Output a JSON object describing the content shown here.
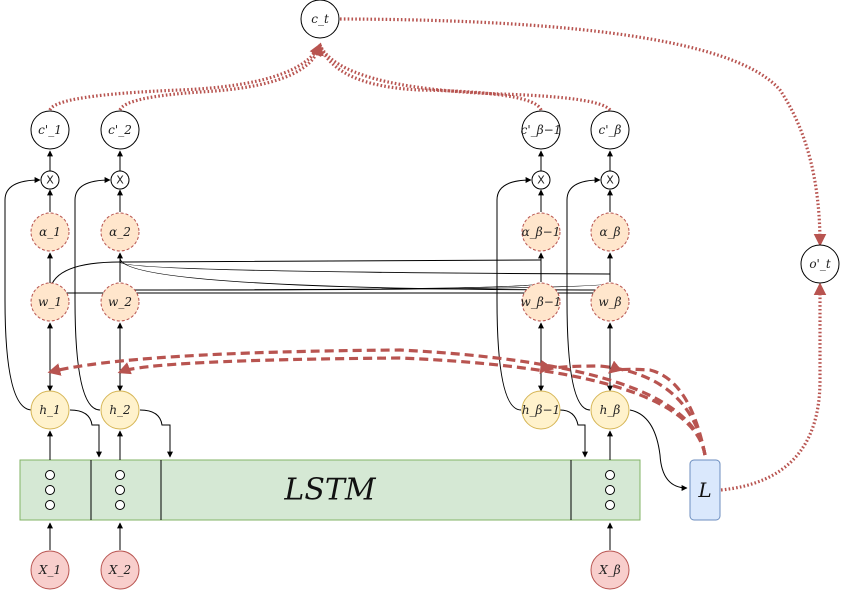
{
  "diagram": {
    "ct_label": "c_t",
    "ot_label": "o'_t",
    "lstm_label": "LSTM",
    "loss_label": "L",
    "x_symbol": "X",
    "columns": [
      {
        "c_label": "c'_1",
        "alpha_label": "α_1",
        "w_label": "w_1",
        "h_label": "h_1",
        "x_label": "X_1"
      },
      {
        "c_label": "c'_2",
        "alpha_label": "α_2",
        "w_label": "w_2",
        "h_label": "h_2",
        "x_label": "X_2"
      },
      {
        "c_label": "c'_β−1",
        "alpha_label": "α_β−1",
        "w_label": "w_β−1",
        "h_label": "h_β−1",
        "x_label": ""
      },
      {
        "c_label": "c'_β",
        "alpha_label": "α_β",
        "w_label": "w_β",
        "h_label": "h_β",
        "x_label": "X_β"
      }
    ],
    "colors": {
      "plain_node_fill": "#ffffff",
      "orange_fill": "#ffe6cc",
      "red_border": "#b85450",
      "yellow_fill": "#fff2cc",
      "yellow_border": "#d6b656",
      "green_fill": "#d5e8d4",
      "green_border": "#82b366",
      "blue_fill": "#dae8fc",
      "blue_border": "#6c8ebf",
      "pink_fill": "#f8cecc"
    }
  }
}
